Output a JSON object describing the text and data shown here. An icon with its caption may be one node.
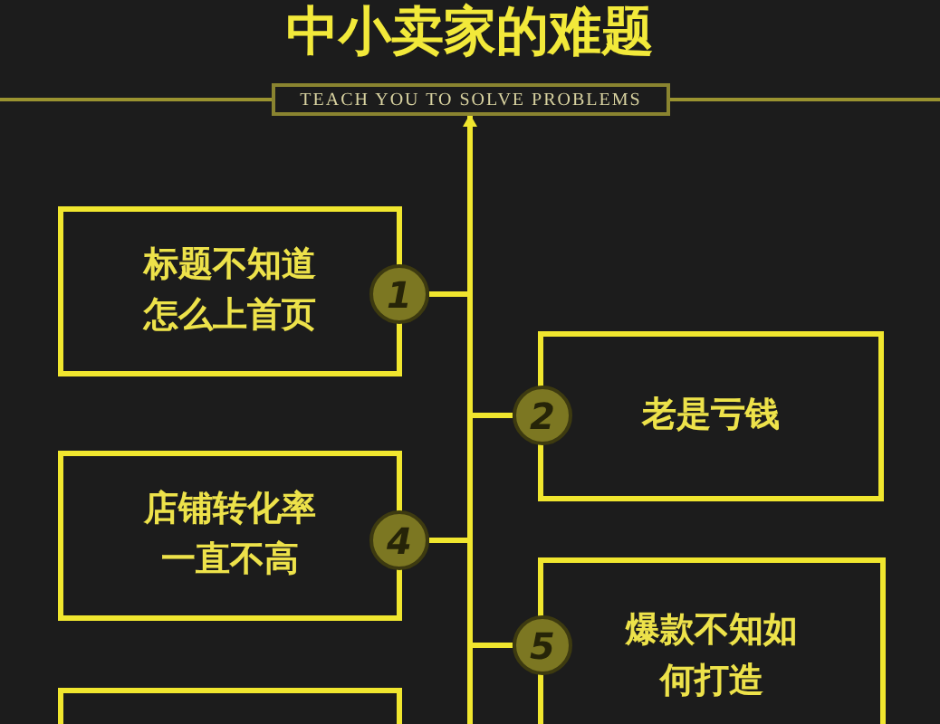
{
  "diagram": {
    "title": "中小卖家的难题",
    "nodes": [
      {
        "text": [
          "TEACH YOU TO SOLVE PROBLEMS"
        ]
      },
      {
        "text": [],
        "shape": "bar"
      },
      {
        "text": [
          "标题不知道怎么上首页"
        ]
      },
      {
        "text": [
          "1"
        ]
      },
      {
        "text": [
          "2"
        ]
      },
      {
        "text": [
          "老是亏钱"
        ]
      },
      {
        "text": [
          "店铺转化率一直不高"
        ]
      },
      {
        "text": [
          "4"
        ]
      },
      {
        "text": [
          "5"
        ]
      },
      {
        "text": [
          "爆款不知如何打造"
        ]
      },
      {
        "text": [],
        "shape": "box"
      }
    ],
    "edges": [
      {
        "from": 1,
        "to": 0,
        "arrow": "to"
      },
      {
        "from": 1,
        "to": 3,
        "arrow": "none"
      },
      {
        "from": 1,
        "to": 4,
        "arrow": "none"
      },
      {
        "from": 1,
        "to": 7,
        "arrow": "none"
      },
      {
        "from": 1,
        "to": 8,
        "arrow": "none"
      }
    ]
  }
}
